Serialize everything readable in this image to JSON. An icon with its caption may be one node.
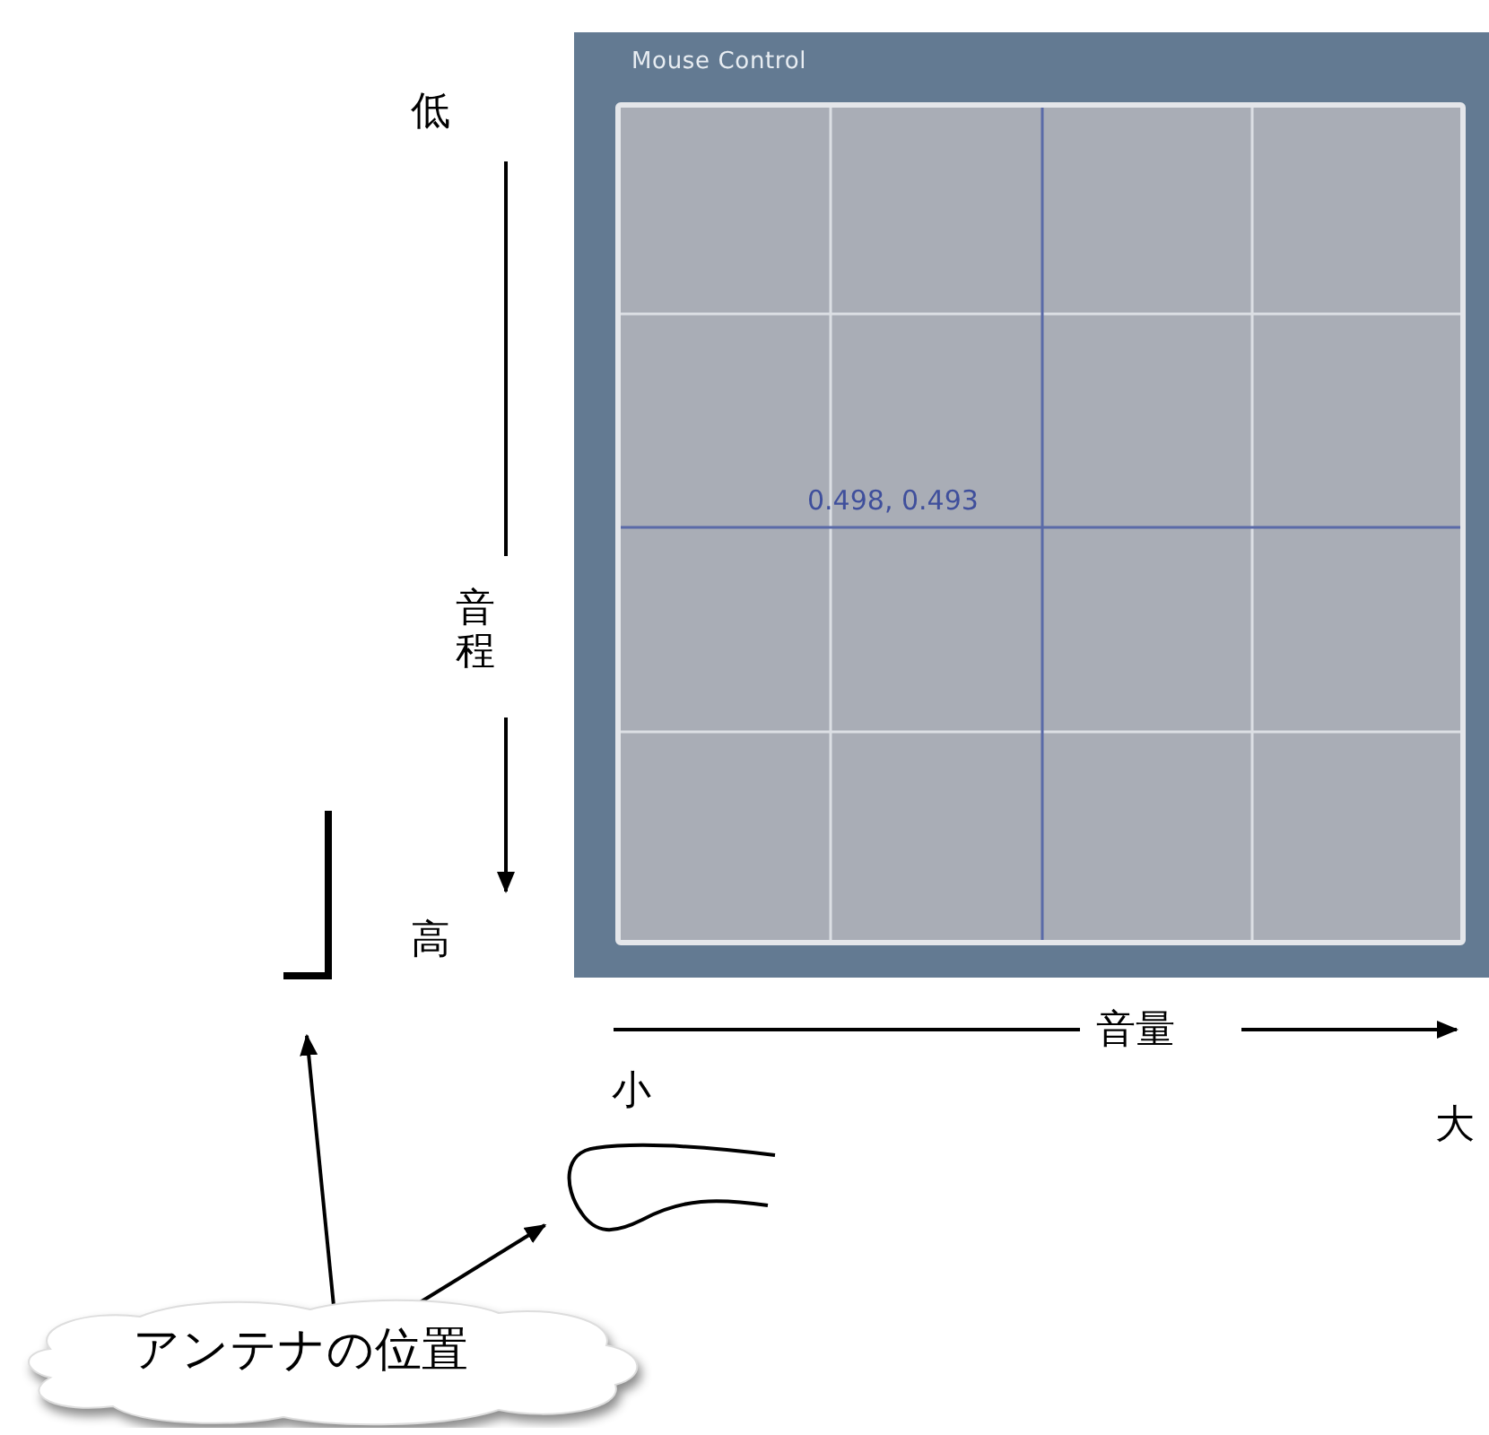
{
  "diagram": {
    "nodes": [
      {
        "text": [
          "Mouse Control",
          "0.498, 0.493"
        ]
      },
      {
        "text": [
          "アンテナの位置"
        ]
      },
      {
        "text": [],
        "shape": "picture"
      },
      {
        "text": [],
        "shape": "picture"
      }
    ],
    "edges": [
      {
        "from": 1,
        "to": 2,
        "arrow": "to"
      },
      {
        "from": 1,
        "to": 3,
        "arrow": "to"
      }
    ],
    "labels": [
      "低",
      "音程",
      "高",
      "音量",
      "小",
      "大"
    ]
  }
}
